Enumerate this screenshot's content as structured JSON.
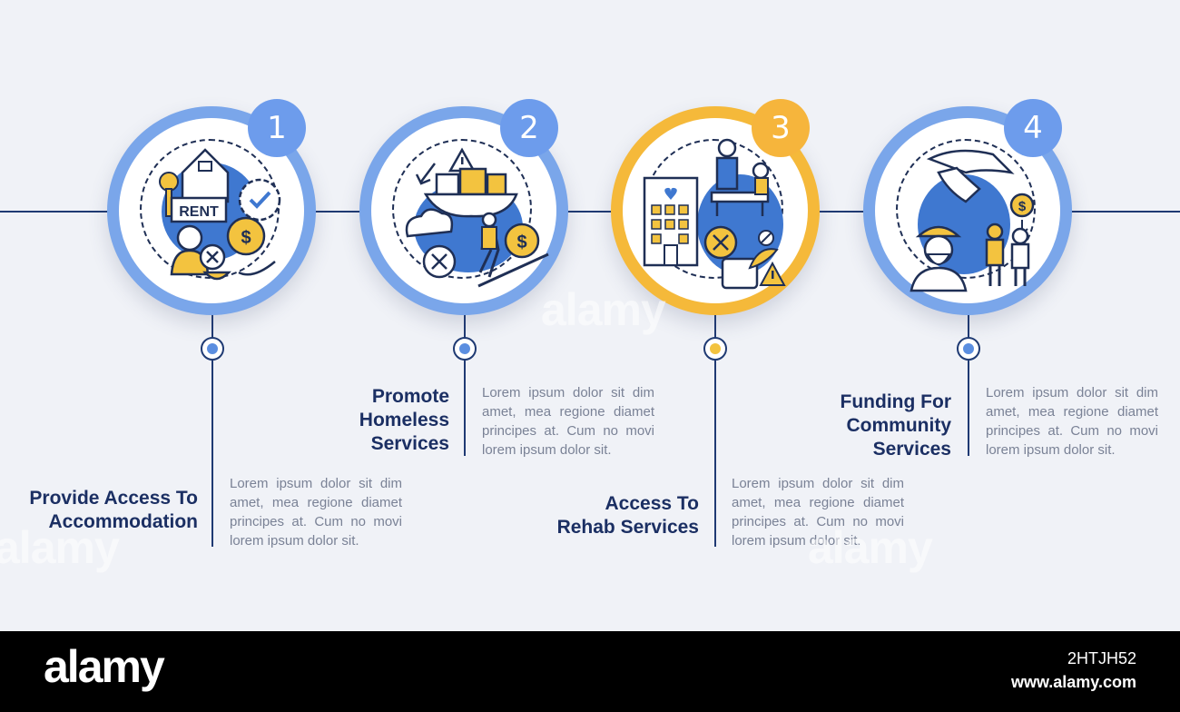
{
  "colors": {
    "background": "#f0f2f7",
    "line": "#1f3a73",
    "blue_ring": "#7aa6ea",
    "blue_badge": "#6d9cec",
    "yellow_ring": "#f5b93a",
    "yellow_badge": "#f6b53c",
    "icon_blue": "#3f78d0",
    "icon_yellow": "#f3c33f",
    "heading_text": "#1b2f63",
    "body_text": "#7a8296"
  },
  "steps": [
    {
      "number": "1",
      "title": "Provide Access To\nAccommodation",
      "body": "Lorem ipsum dolor sit dim amet, mea regione diamet principes at. Cum no movi lorem ipsum dolor sit.",
      "icon": "rent-house-key-icon",
      "sign_text": "RENT",
      "accent": "blue"
    },
    {
      "number": "2",
      "title": "Promote\nHomeless\nServices",
      "body": "Lorem ipsum dolor sit dim amet, mea regione diamet principes at. Cum no movi lorem ipsum dolor sit.",
      "icon": "homeless-services-icon",
      "accent": "blue"
    },
    {
      "number": "3",
      "title": "Access To\nRehab Services",
      "body": "Lorem ipsum dolor sit dim amet, mea regione diamet principes at. Cum no movi lorem ipsum dolor sit.",
      "icon": "rehab-hospital-icon",
      "accent": "yellow"
    },
    {
      "number": "4",
      "title": "Funding For\nCommunity\nServices",
      "body": "Lorem ipsum dolor sit dim amet, mea regione diamet principes at. Cum no movi lorem ipsum dolor sit.",
      "icon": "community-funding-icon",
      "accent": "blue"
    }
  ],
  "watermark": "alamy",
  "footer": {
    "logo": "alamy",
    "image_id": "2HTJH52",
    "url": "www.alamy.com"
  }
}
